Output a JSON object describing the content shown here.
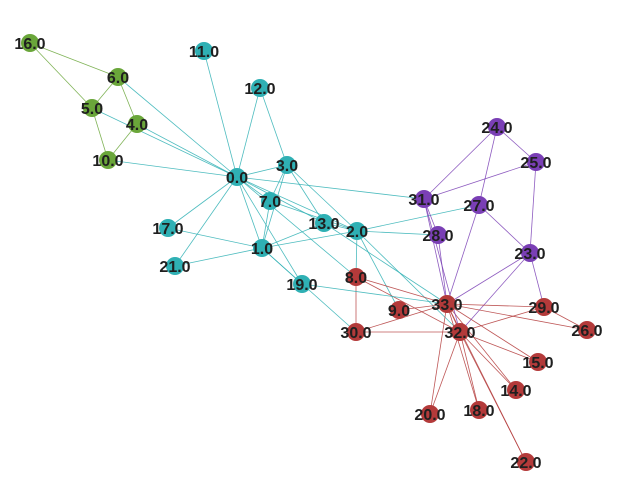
{
  "colors": {
    "group_green": "#6aa63a",
    "group_teal": "#2fb0b4",
    "group_purple": "#7a3fb5",
    "group_red": "#b33a3a",
    "label": "#1f1f1f",
    "background": "#ffffff"
  },
  "nodes": [
    {
      "id": "0",
      "label": "0.0",
      "group": "teal"
    },
    {
      "id": "1",
      "label": "1.0",
      "group": "teal"
    },
    {
      "id": "2",
      "label": "2.0",
      "group": "teal"
    },
    {
      "id": "3",
      "label": "3.0",
      "group": "teal"
    },
    {
      "id": "4",
      "label": "4.0",
      "group": "green"
    },
    {
      "id": "5",
      "label": "5.0",
      "group": "green"
    },
    {
      "id": "6",
      "label": "6.0",
      "group": "green"
    },
    {
      "id": "7",
      "label": "7.0",
      "group": "teal"
    },
    {
      "id": "8",
      "label": "8.0",
      "group": "red"
    },
    {
      "id": "9",
      "label": "9.0",
      "group": "red"
    },
    {
      "id": "10",
      "label": "10.0",
      "group": "green"
    },
    {
      "id": "11",
      "label": "11.0",
      "group": "teal"
    },
    {
      "id": "12",
      "label": "12.0",
      "group": "teal"
    },
    {
      "id": "13",
      "label": "13.0",
      "group": "teal"
    },
    {
      "id": "14",
      "label": "14.0",
      "group": "red"
    },
    {
      "id": "15",
      "label": "15.0",
      "group": "red"
    },
    {
      "id": "16",
      "label": "16.0",
      "group": "green"
    },
    {
      "id": "17",
      "label": "17.0",
      "group": "teal"
    },
    {
      "id": "18",
      "label": "18.0",
      "group": "red"
    },
    {
      "id": "19",
      "label": "19.0",
      "group": "teal"
    },
    {
      "id": "20",
      "label": "20.0",
      "group": "red"
    },
    {
      "id": "21",
      "label": "21.0",
      "group": "teal"
    },
    {
      "id": "22",
      "label": "22.0",
      "group": "red"
    },
    {
      "id": "23",
      "label": "23.0",
      "group": "purple"
    },
    {
      "id": "24",
      "label": "24.0",
      "group": "purple"
    },
    {
      "id": "25",
      "label": "25.0",
      "group": "purple"
    },
    {
      "id": "26",
      "label": "26.0",
      "group": "red"
    },
    {
      "id": "27",
      "label": "27.0",
      "group": "purple"
    },
    {
      "id": "28",
      "label": "28.0",
      "group": "purple"
    },
    {
      "id": "29",
      "label": "29.0",
      "group": "red"
    },
    {
      "id": "30",
      "label": "30.0",
      "group": "red"
    },
    {
      "id": "31",
      "label": "31.0",
      "group": "purple"
    },
    {
      "id": "32",
      "label": "32.0",
      "group": "red"
    },
    {
      "id": "33",
      "label": "33.0",
      "group": "red"
    }
  ],
  "edges": [
    [
      "0",
      "1"
    ],
    [
      "0",
      "2"
    ],
    [
      "0",
      "3"
    ],
    [
      "0",
      "4"
    ],
    [
      "0",
      "5"
    ],
    [
      "0",
      "6"
    ],
    [
      "0",
      "7"
    ],
    [
      "0",
      "8"
    ],
    [
      "0",
      "10"
    ],
    [
      "0",
      "11"
    ],
    [
      "0",
      "12"
    ],
    [
      "0",
      "13"
    ],
    [
      "0",
      "17"
    ],
    [
      "0",
      "19"
    ],
    [
      "0",
      "21"
    ],
    [
      "0",
      "31"
    ],
    [
      "1",
      "2"
    ],
    [
      "1",
      "3"
    ],
    [
      "1",
      "7"
    ],
    [
      "1",
      "13"
    ],
    [
      "1",
      "17"
    ],
    [
      "1",
      "19"
    ],
    [
      "1",
      "21"
    ],
    [
      "1",
      "30"
    ],
    [
      "2",
      "3"
    ],
    [
      "2",
      "7"
    ],
    [
      "2",
      "8"
    ],
    [
      "2",
      "9"
    ],
    [
      "2",
      "13"
    ],
    [
      "2",
      "27"
    ],
    [
      "2",
      "28"
    ],
    [
      "2",
      "32"
    ],
    [
      "3",
      "7"
    ],
    [
      "3",
      "12"
    ],
    [
      "3",
      "13"
    ],
    [
      "4",
      "6"
    ],
    [
      "4",
      "10"
    ],
    [
      "5",
      "6"
    ],
    [
      "5",
      "10"
    ],
    [
      "5",
      "16"
    ],
    [
      "6",
      "16"
    ],
    [
      "8",
      "30"
    ],
    [
      "8",
      "32"
    ],
    [
      "8",
      "33"
    ],
    [
      "9",
      "33"
    ],
    [
      "13",
      "33"
    ],
    [
      "14",
      "32"
    ],
    [
      "14",
      "33"
    ],
    [
      "15",
      "32"
    ],
    [
      "15",
      "33"
    ],
    [
      "18",
      "32"
    ],
    [
      "18",
      "33"
    ],
    [
      "19",
      "33"
    ],
    [
      "20",
      "32"
    ],
    [
      "20",
      "33"
    ],
    [
      "22",
      "32"
    ],
    [
      "22",
      "33"
    ],
    [
      "23",
      "25"
    ],
    [
      "23",
      "27"
    ],
    [
      "23",
      "29"
    ],
    [
      "23",
      "32"
    ],
    [
      "23",
      "33"
    ],
    [
      "24",
      "25"
    ],
    [
      "24",
      "27"
    ],
    [
      "24",
      "31"
    ],
    [
      "25",
      "31"
    ],
    [
      "26",
      "29"
    ],
    [
      "26",
      "33"
    ],
    [
      "27",
      "33"
    ],
    [
      "28",
      "31"
    ],
    [
      "28",
      "33"
    ],
    [
      "29",
      "32"
    ],
    [
      "29",
      "33"
    ],
    [
      "30",
      "32"
    ],
    [
      "30",
      "33"
    ],
    [
      "31",
      "32"
    ],
    [
      "31",
      "33"
    ],
    [
      "32",
      "33"
    ]
  ]
}
